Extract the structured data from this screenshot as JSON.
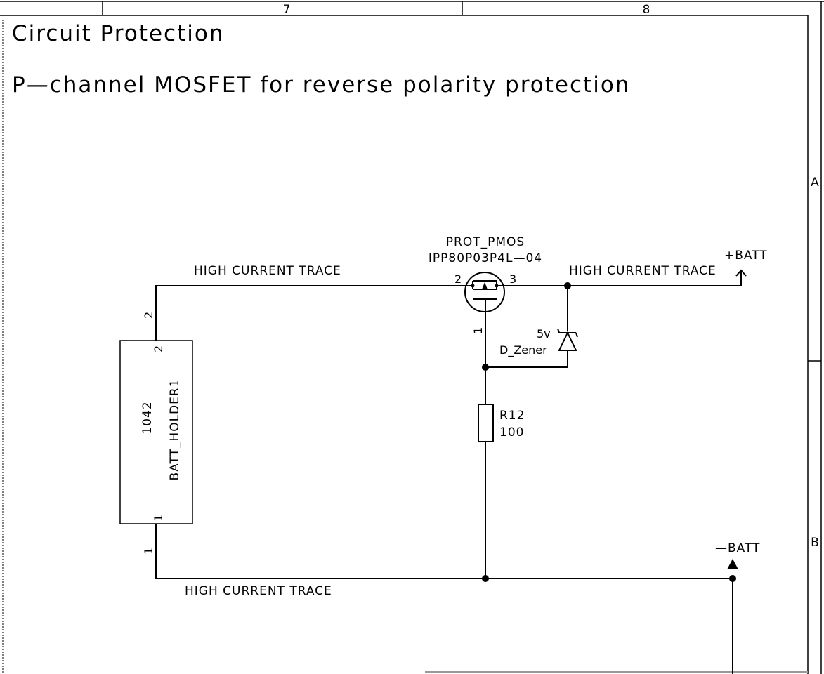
{
  "border": {
    "column_labels": [
      "7",
      "8"
    ],
    "row_labels": [
      "A",
      "B"
    ]
  },
  "notes": {
    "heading": "Circuit Protection",
    "description": "P—channel MOSFET for reverse polarity protection"
  },
  "components": {
    "mosfet": {
      "reference": "PROT_PMOS",
      "value": "IPP80P03P4L—04",
      "pins": [
        "2",
        "3",
        "1"
      ]
    },
    "zener": {
      "value": "5v",
      "reference": "D_Zener"
    },
    "resistor": {
      "reference": "R12",
      "value": "100"
    },
    "battery_holder": {
      "value": "1042",
      "reference": "BATT_HOLDER1",
      "pins": [
        "2",
        "1"
      ]
    }
  },
  "net_labels": {
    "trace_left_top": "HIGH CURRENT TRACE",
    "trace_right_top": "HIGH CURRENT TRACE",
    "trace_bottom": "HIGH CURRENT TRACE"
  },
  "power_symbols": {
    "pos_batt": "+BATT",
    "neg_batt": "—BATT"
  },
  "wire_pin_labels": {
    "batt_top_outer": "2",
    "batt_top_inner": "2",
    "batt_bottom_inner": "1",
    "batt_bottom_outer": "1",
    "mosfet_gate": "1"
  }
}
